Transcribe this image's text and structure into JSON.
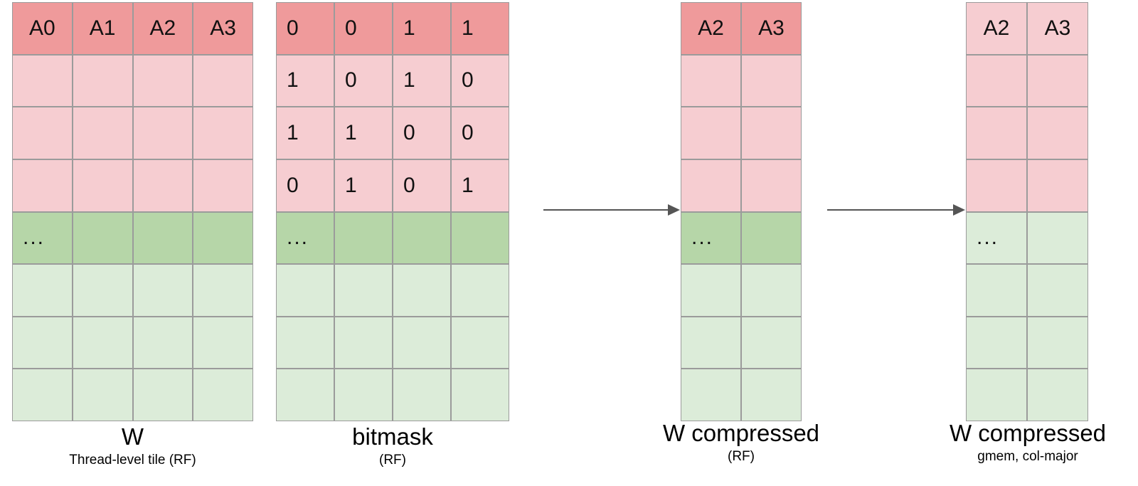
{
  "figure": {
    "type": "diagram",
    "title": "Sparse weight tile compression pipeline",
    "colors": {
      "pink_dark": "#ef9a9b",
      "pink_light": "#f6cdd1",
      "green_dark": "#b6d6a8",
      "green_light": "#dcecd9",
      "cell_border": "#9b9b9b",
      "arrow": "#555555",
      "text": "#111111",
      "background": "#ffffff"
    },
    "ellipsis_glyph": "..."
  },
  "panels": [
    {
      "id": "w-tile",
      "caption_title": "W",
      "caption_sub": "Thread-level tile (RF)",
      "columns": 4,
      "rows": 8,
      "column_headers": [
        "A0",
        "A1",
        "A2",
        "A3"
      ],
      "row_styles": [
        "pink-dark",
        "pink-light",
        "pink-light",
        "pink-light",
        "green-dark",
        "green-light",
        "green-light",
        "green-light"
      ],
      "cells": [
        [
          "A0",
          "A1",
          "A2",
          "A3"
        ],
        [
          "",
          "",
          "",
          ""
        ],
        [
          "",
          "",
          "",
          ""
        ],
        [
          "",
          "",
          "",
          ""
        ],
        [
          "...",
          "",
          "",
          ""
        ],
        [
          "",
          "",
          "",
          ""
        ],
        [
          "",
          "",
          "",
          ""
        ],
        [
          "",
          "",
          "",
          ""
        ]
      ]
    },
    {
      "id": "bitmask",
      "caption_title": "bitmask",
      "caption_sub": "(RF)",
      "columns": 4,
      "rows": 8,
      "row_styles": [
        "pink-dark",
        "pink-light",
        "pink-light",
        "pink-light",
        "green-dark",
        "green-light",
        "green-light",
        "green-light"
      ],
      "cells": [
        [
          "0",
          "0",
          "1",
          "1"
        ],
        [
          "1",
          "0",
          "1",
          "0"
        ],
        [
          "1",
          "1",
          "0",
          "0"
        ],
        [
          "0",
          "1",
          "0",
          "1"
        ],
        [
          "...",
          "",
          "",
          ""
        ],
        [
          "",
          "",
          "",
          ""
        ],
        [
          "",
          "",
          "",
          ""
        ],
        [
          "",
          "",
          "",
          ""
        ]
      ]
    },
    {
      "id": "w-compressed-rf",
      "caption_title": "W compressed",
      "caption_sub": "(RF)",
      "columns": 2,
      "rows": 8,
      "column_headers": [
        "A2",
        "A3"
      ],
      "row_styles": [
        "pink-dark",
        "pink-light",
        "pink-light",
        "pink-light",
        "green-dark",
        "green-light",
        "green-light",
        "green-light"
      ],
      "cells": [
        [
          "A2",
          "A3"
        ],
        [
          "",
          ""
        ],
        [
          "",
          ""
        ],
        [
          "",
          ""
        ],
        [
          "...",
          ""
        ],
        [
          "",
          ""
        ],
        [
          "",
          ""
        ],
        [
          "",
          ""
        ]
      ]
    },
    {
      "id": "w-compressed-gmem",
      "caption_title": "W compressed",
      "caption_sub": "gmem, col-major",
      "columns": 2,
      "rows": 8,
      "column_headers": [
        "A2",
        "A3"
      ],
      "row_styles": [
        "pink-light",
        "pink-light",
        "pink-light",
        "pink-light",
        "green-light",
        "green-light",
        "green-light",
        "green-light"
      ],
      "cells": [
        [
          "A2",
          "A3"
        ],
        [
          "",
          ""
        ],
        [
          "",
          ""
        ],
        [
          "",
          ""
        ],
        [
          "...",
          ""
        ],
        [
          "",
          ""
        ],
        [
          "",
          ""
        ],
        [
          "",
          ""
        ]
      ]
    }
  ],
  "arrows": [
    {
      "id": "arrow-bitmask-to-compressed",
      "from": "bitmask",
      "to": "w-compressed-rf"
    },
    {
      "id": "arrow-compressed-to-gmem",
      "from": "w-compressed-rf",
      "to": "w-compressed-gmem"
    }
  ]
}
